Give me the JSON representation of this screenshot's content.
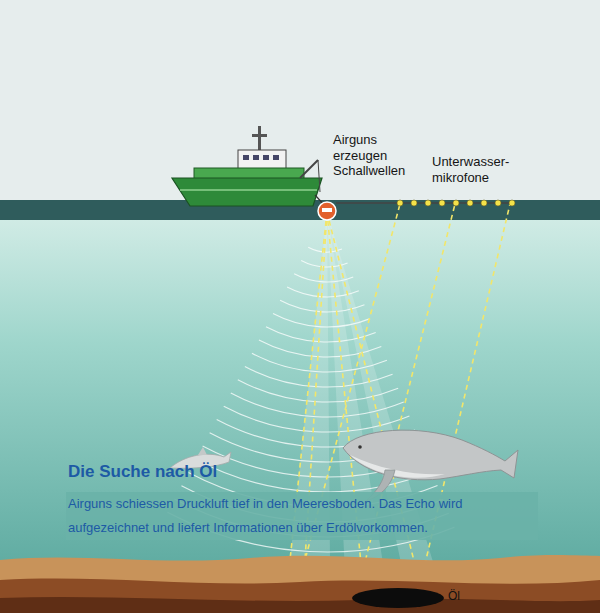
{
  "diagram": {
    "title": "Die Suche nach Öl",
    "caption": "Airguns schiessen Druckluft tief in den Meeresboden. Das Echo wird aufgezeichnet und liefert Informationen über Erdölvorkommen.",
    "labels": [
      "Airguns erzeugen Schallwellen",
      "Unterwasser- mikrofone",
      "Öl"
    ]
  }
}
